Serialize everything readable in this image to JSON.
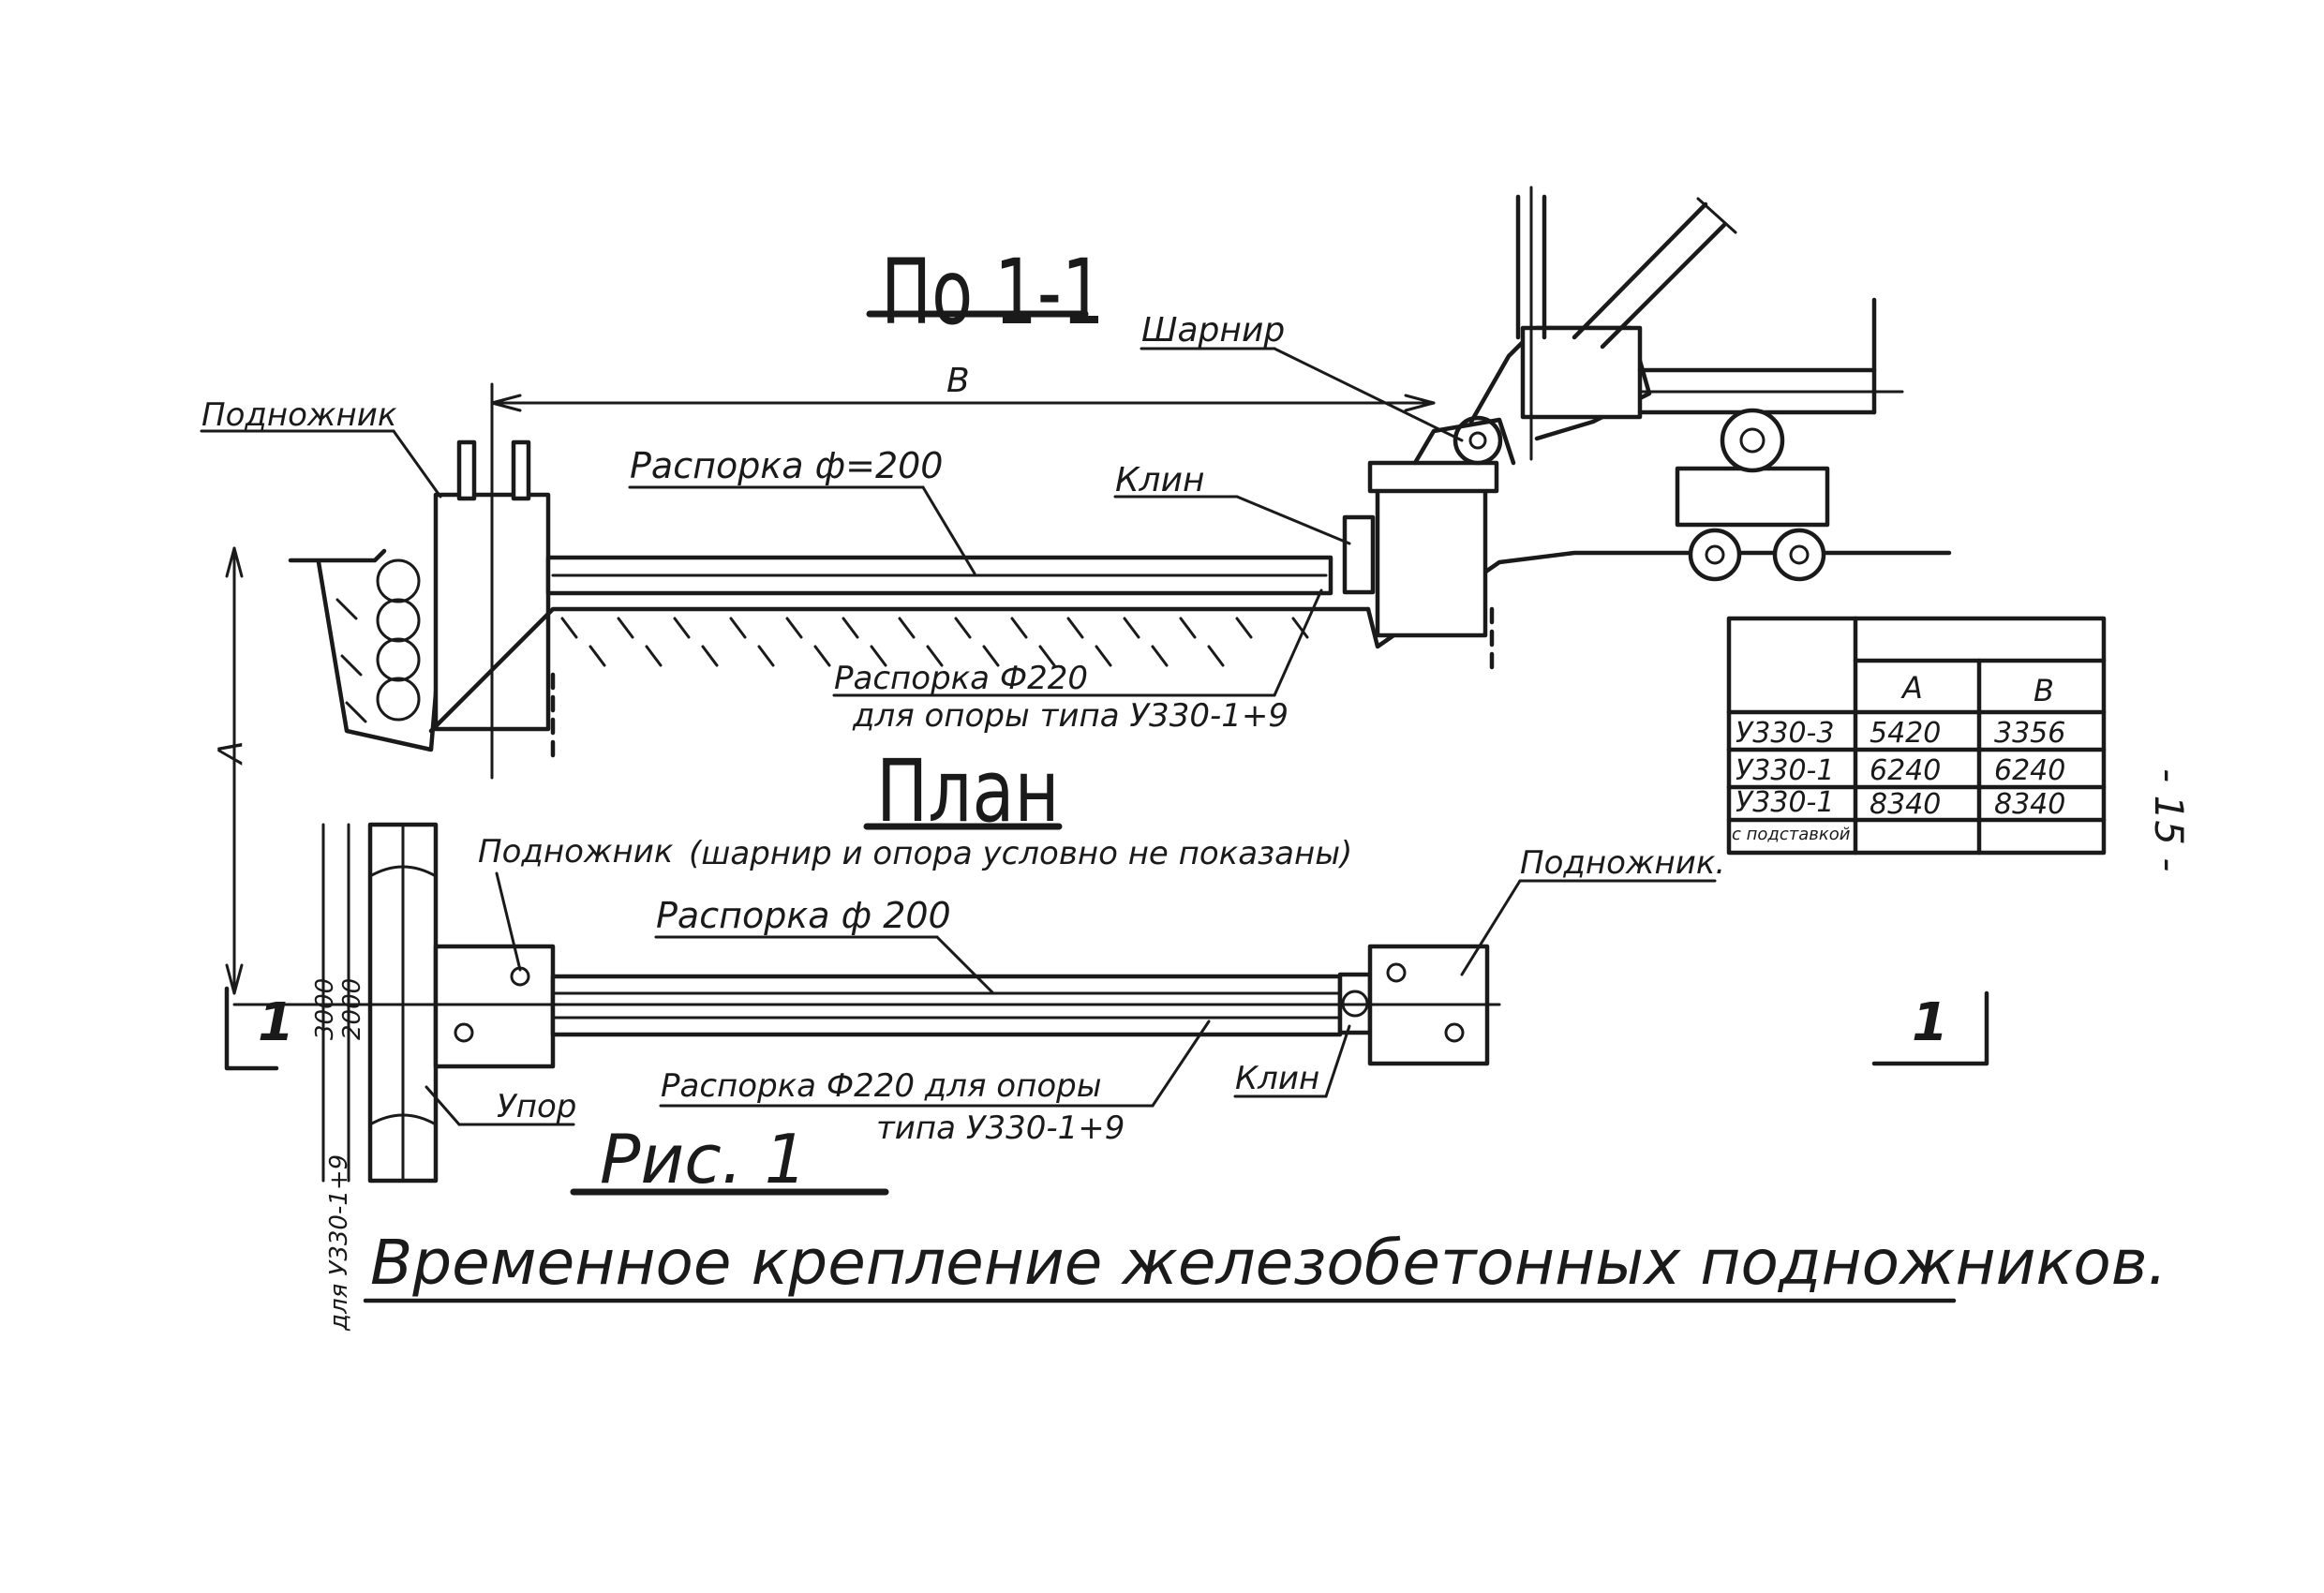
{
  "section": {
    "title": "По 1-1",
    "labels": {
      "podnozhnik": "Подножник",
      "rasporka200": "Распорка ф=200",
      "klin": "Клин",
      "sharnir": "Шарнир",
      "dim_b": "В",
      "rasporka220_line1": "Распорка Ф220",
      "rasporka220_line2": "для опоры типа У330-1+9",
      "dim_a": "А"
    }
  },
  "plan": {
    "title": "План",
    "labels": {
      "podnozhnik_left": "Подножник",
      "note": "(шарнир и опора условно не показаны)",
      "podnozhnik_right": "Подножник.",
      "rasporka200": "Распорка ф 200",
      "rasporka220_line1": "Распорка Ф220 для опоры",
      "rasporka220_line2": "типа У330-1+9",
      "klin": "Клин",
      "upor": "Упор",
      "dim_2000": "2000",
      "dim_3000": "3000",
      "dim_side": "для У330-1+9",
      "section_mark_left": "1",
      "section_mark_right": "1"
    }
  },
  "table": {
    "headers": [
      "",
      "А",
      "В"
    ],
    "rows": [
      [
        "У330-3",
        "5420",
        "3356"
      ],
      [
        "У330-1",
        "6240",
        "6240"
      ],
      [
        "У330-1",
        "8340",
        "8340"
      ]
    ],
    "note": "с подставкой"
  },
  "figure": {
    "label": "Рис. 1",
    "caption": "Временное крепление железобетонных подножников."
  },
  "page_number": "- 15 -"
}
